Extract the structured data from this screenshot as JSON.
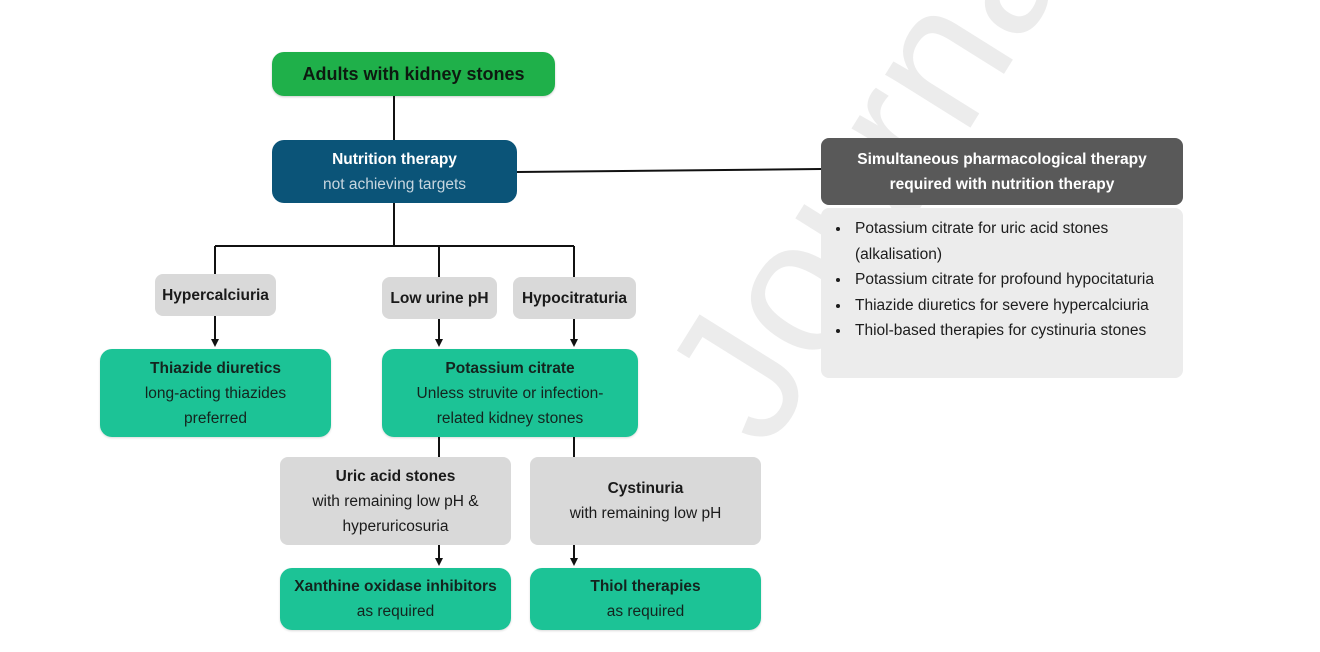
{
  "diagram": {
    "root": {
      "title": "Adults with kidney stones"
    },
    "nutrition": {
      "title": "Nutrition therapy",
      "subtitle": "not achieving targets"
    },
    "simultaneous": {
      "title_line1": "Simultaneous pharmacological therapy",
      "title_line2": "required with nutrition therapy",
      "items": [
        "Potassium citrate for uric acid stones (alkalisation)",
        "Potassium citrate for profound hypocitaturia",
        "Thiazide diuretics for severe hypercalciuria",
        "Thiol-based therapies for cystinuria stones"
      ]
    },
    "conditions": {
      "hypercalciuria": "Hypercalciuria",
      "low_urine_ph": "Low urine pH",
      "hypocitraturia": "Hypocitraturia"
    },
    "thiazide": {
      "title": "Thiazide diuretics",
      "line1": "long-acting thiazides",
      "line2": "preferred"
    },
    "potassium": {
      "title": "Potassium citrate",
      "line1": "Unless struvite or infection-",
      "line2": "related kidney stones"
    },
    "uric": {
      "title": "Uric acid stones",
      "line1": "with remaining low pH &",
      "line2": "hyperuricosuria"
    },
    "cystinuria": {
      "title": "Cystinuria",
      "line1": "with remaining low pH"
    },
    "xanthine": {
      "title": "Xanthine oxidase inhibitors",
      "line1": "as required"
    },
    "thiol": {
      "title": "Thiol therapies",
      "line1": "as required"
    },
    "watermark": "Journal Pre-proof"
  },
  "colors": {
    "root_green": "#1fb04a",
    "nutrition_blue": "#0b5478",
    "treatment_teal": "#1cc396",
    "condition_grey": "#d9d9d9",
    "header_dark_grey": "#595959",
    "list_light_grey": "#ececec"
  }
}
